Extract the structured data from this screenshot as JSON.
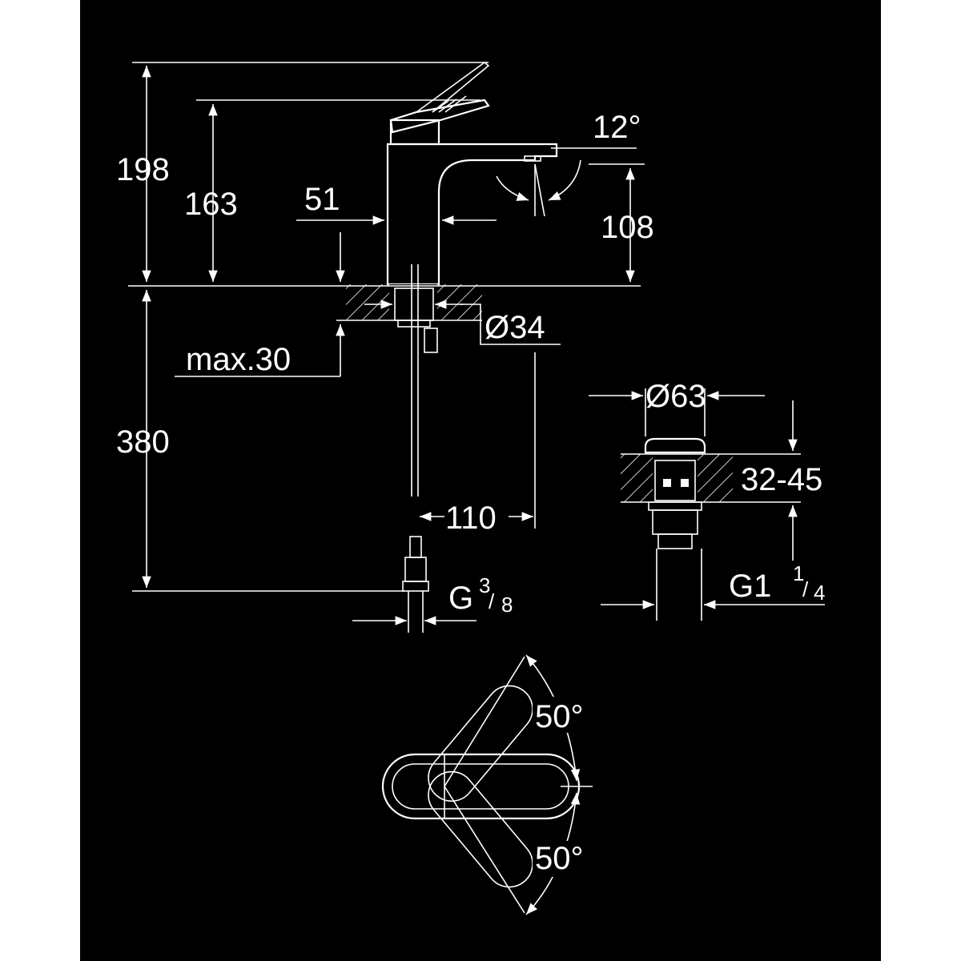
{
  "dimensions": {
    "total_height": "198",
    "spout_height": "163",
    "body_width": "51",
    "spout_angle": "12°",
    "spout_clearance": "108",
    "hole_diameter": "Ø34",
    "max_deck_thickness": "max.30",
    "hose_length": "380",
    "spout_reach": "110",
    "thread_main": "G",
    "thread_num": "3",
    "thread_den": "8",
    "waste_diameter": "Ø63",
    "waste_range": "32-45",
    "waste_thread_main": "G1",
    "waste_thread_num": "1",
    "waste_thread_den": "4",
    "rotation_up": "50°",
    "rotation_down": "50°"
  },
  "colors": {
    "background": "#000000",
    "frame": "#ffffff",
    "line": "#ffffff"
  }
}
